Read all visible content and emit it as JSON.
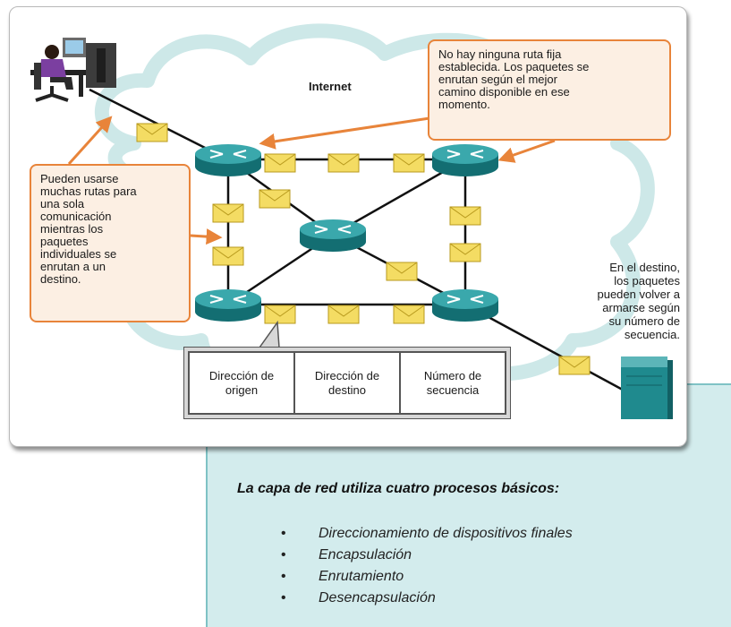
{
  "diagram": {
    "internet_label": "Internet",
    "callout_right": [
      "No hay ninguna ruta fija",
      "establecida. Los paquetes se",
      "enrutan según el mejor",
      "camino disponible en ese",
      "momento."
    ],
    "callout_left": [
      "Pueden usarse",
      "muchas rutas para",
      "una sola",
      "comunicación",
      "mientras los",
      "paquetes",
      "individuales se",
      "enrutan a un",
      "destino."
    ],
    "destination_note": [
      "En el destino,",
      "los paquetes",
      "pueden volver a",
      "armarse según",
      "su número de",
      "secuencia."
    ],
    "packet_header": {
      "source": [
        "Dirección de",
        "origen"
      ],
      "destination": [
        "Dirección de",
        "destino"
      ],
      "sequence": [
        "Número de",
        "secuencia"
      ]
    },
    "icons": [
      "computer-user-icon",
      "router-icon",
      "server-icon",
      "packet-envelope-icon",
      "cloud-icon"
    ]
  },
  "summary": {
    "heading": "La capa de red utiliza cuatro procesos básicos:",
    "processes": [
      "Direccionamiento de dispositivos finales",
      "Encapsulación",
      "Enrutamiento",
      "Desencapsulación"
    ]
  },
  "colors": {
    "callout_border": "#e8843a",
    "callout_fill": "#fcefe3",
    "cloud": "#cde8e8",
    "router": "#1f8a8e",
    "packet": "#f4dc63",
    "panel": "#d3eced"
  }
}
